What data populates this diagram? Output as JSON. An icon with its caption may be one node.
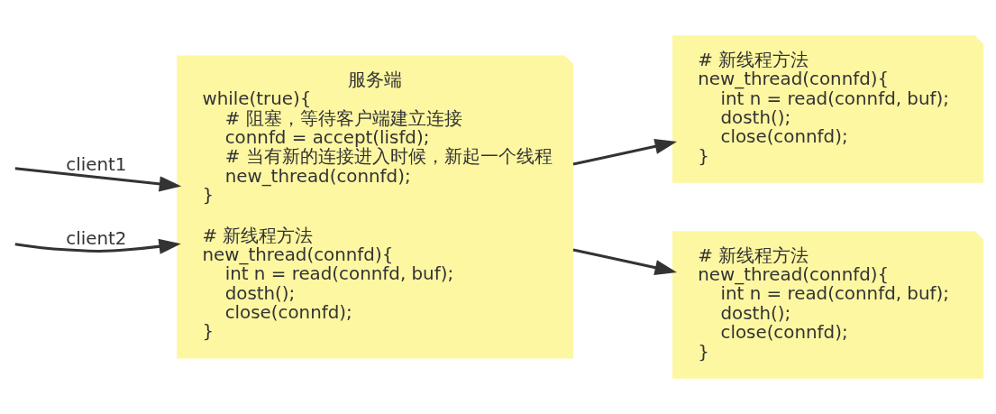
{
  "diagram": {
    "nodes": [
      {
        "text": [
          "服务端",
          "while(true){ # 阻塞，等待客户端建立连接 connfd = accept(lisfd); # 当有新的连接进入时候，新起一个线程 new_thread(connfd); }",
          "# 新线程方法 new_thread(connfd){ int n = read(connfd, buf); dosth(); close(connfd); }"
        ]
      },
      {
        "text": [
          "# 新线程方法 new_thread(connfd){ int n = read(connfd, buf); dosth(); close(connfd); }"
        ]
      },
      {
        "text": [
          "# 新线程方法 new_thread(connfd){ int n = read(connfd, buf); dosth(); close(connfd); }"
        ]
      }
    ],
    "edges": [
      {
        "from": null,
        "to": 0,
        "arrow": "to",
        "label": "client1"
      },
      {
        "from": null,
        "to": 0,
        "arrow": "to",
        "label": "client2"
      },
      {
        "from": 0,
        "to": 1,
        "arrow": "to"
      },
      {
        "from": 0,
        "to": 2,
        "arrow": "to"
      }
    ]
  }
}
